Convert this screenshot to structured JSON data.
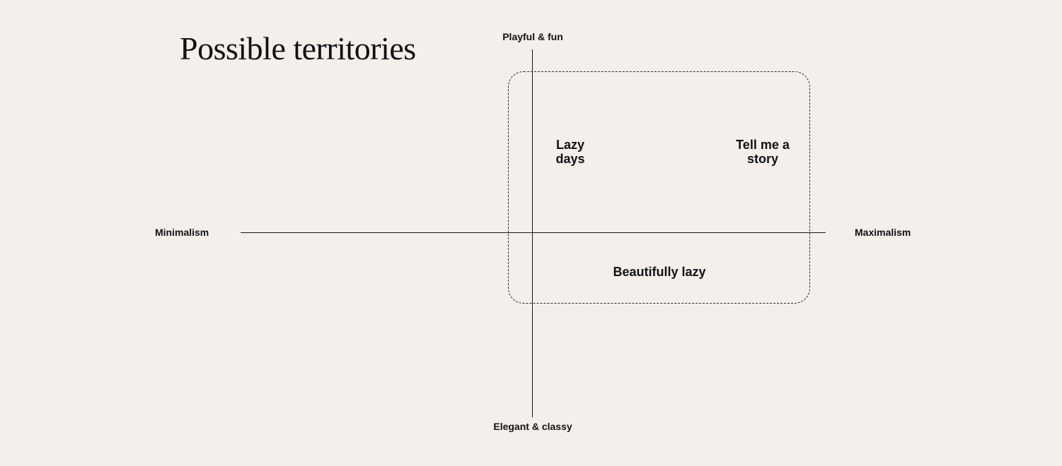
{
  "title": "Possible territories",
  "axes": {
    "top": "Playful & fun",
    "bottom": "Elegant & classy",
    "left": "Minimalism",
    "right": "Maximalism"
  },
  "territories": [
    {
      "label": "Lazy\ndays"
    },
    {
      "label": "Tell me a\nstory"
    },
    {
      "label": "Beautifully lazy"
    }
  ],
  "colors": {
    "background": "#f3efed",
    "ink": "#111111"
  }
}
